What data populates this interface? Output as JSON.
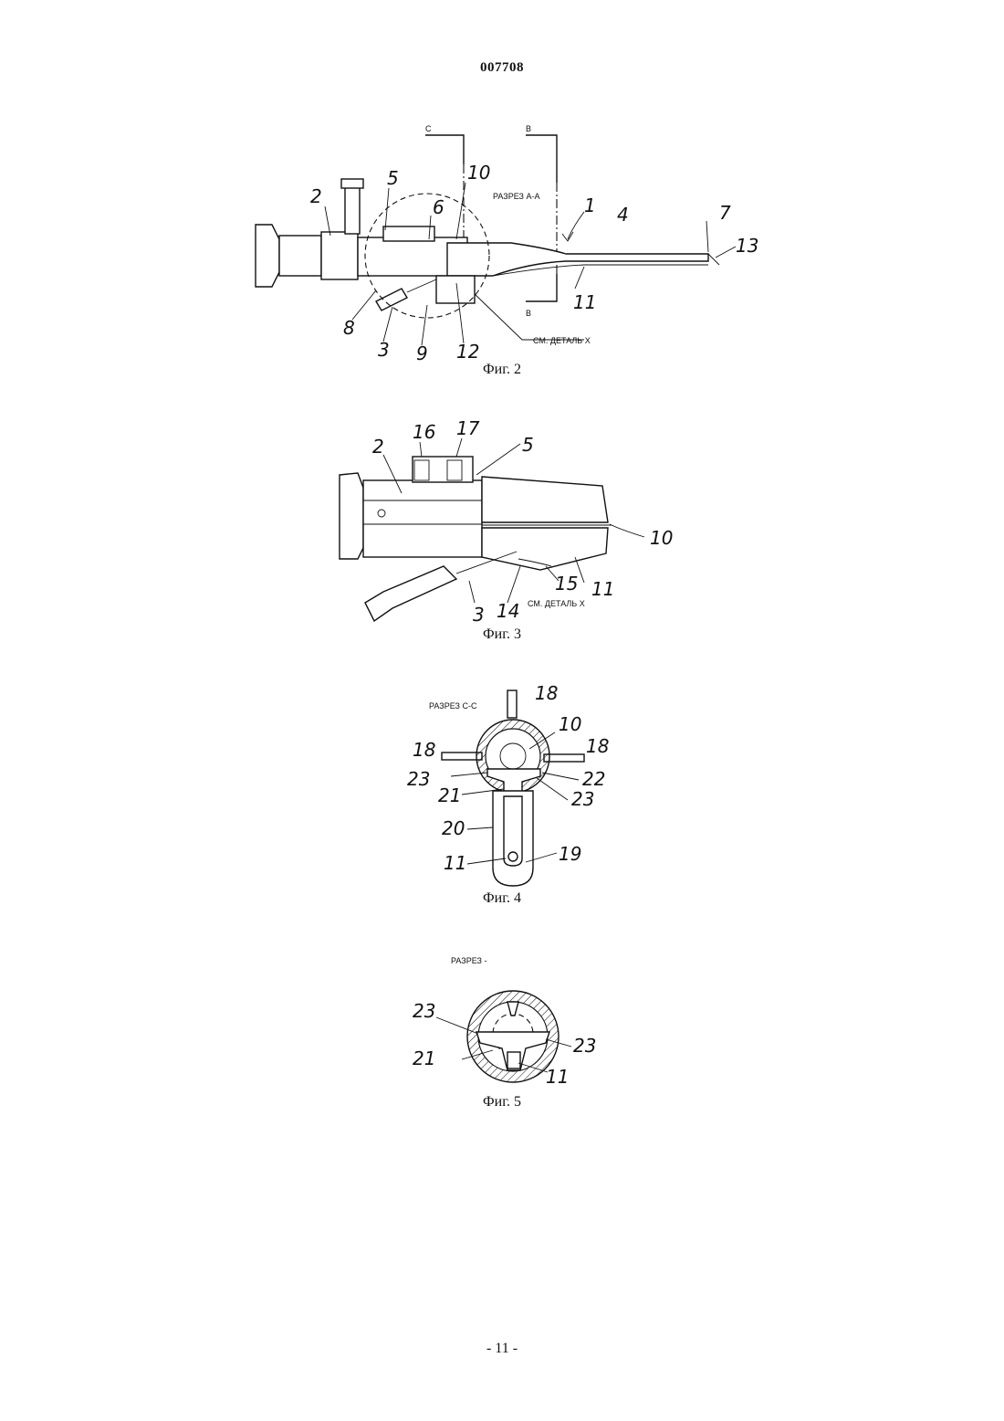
{
  "document": {
    "number": "007708",
    "page_number": "- 11 -"
  },
  "figures": [
    {
      "caption": "Фиг. 2",
      "section_title": "РАЗРЕЗ А-А",
      "detail_note": "СМ. ДЕТАЛЬ Х",
      "section_marks": [
        "C",
        "B",
        "B"
      ],
      "labels": [
        "2",
        "5",
        "10",
        "6",
        "1",
        "4",
        "7",
        "13",
        "11",
        "8",
        "3",
        "9",
        "12"
      ]
    },
    {
      "caption": "Фиг. 3",
      "detail_note": "СМ. ДЕТАЛЬ Х",
      "labels": [
        "2",
        "16",
        "17",
        "5",
        "10",
        "15",
        "11",
        "3",
        "14"
      ]
    },
    {
      "caption": "Фиг. 4",
      "section_title": "РАЗРЕЗ С-С",
      "labels": [
        "18",
        "10",
        "18",
        "18",
        "22",
        "23",
        "23",
        "21",
        "20",
        "11",
        "19"
      ]
    },
    {
      "caption": "Фиг. 5",
      "section_title": "РАЗРЕЗ   -",
      "labels": [
        "23",
        "23",
        "21",
        "11"
      ]
    }
  ]
}
